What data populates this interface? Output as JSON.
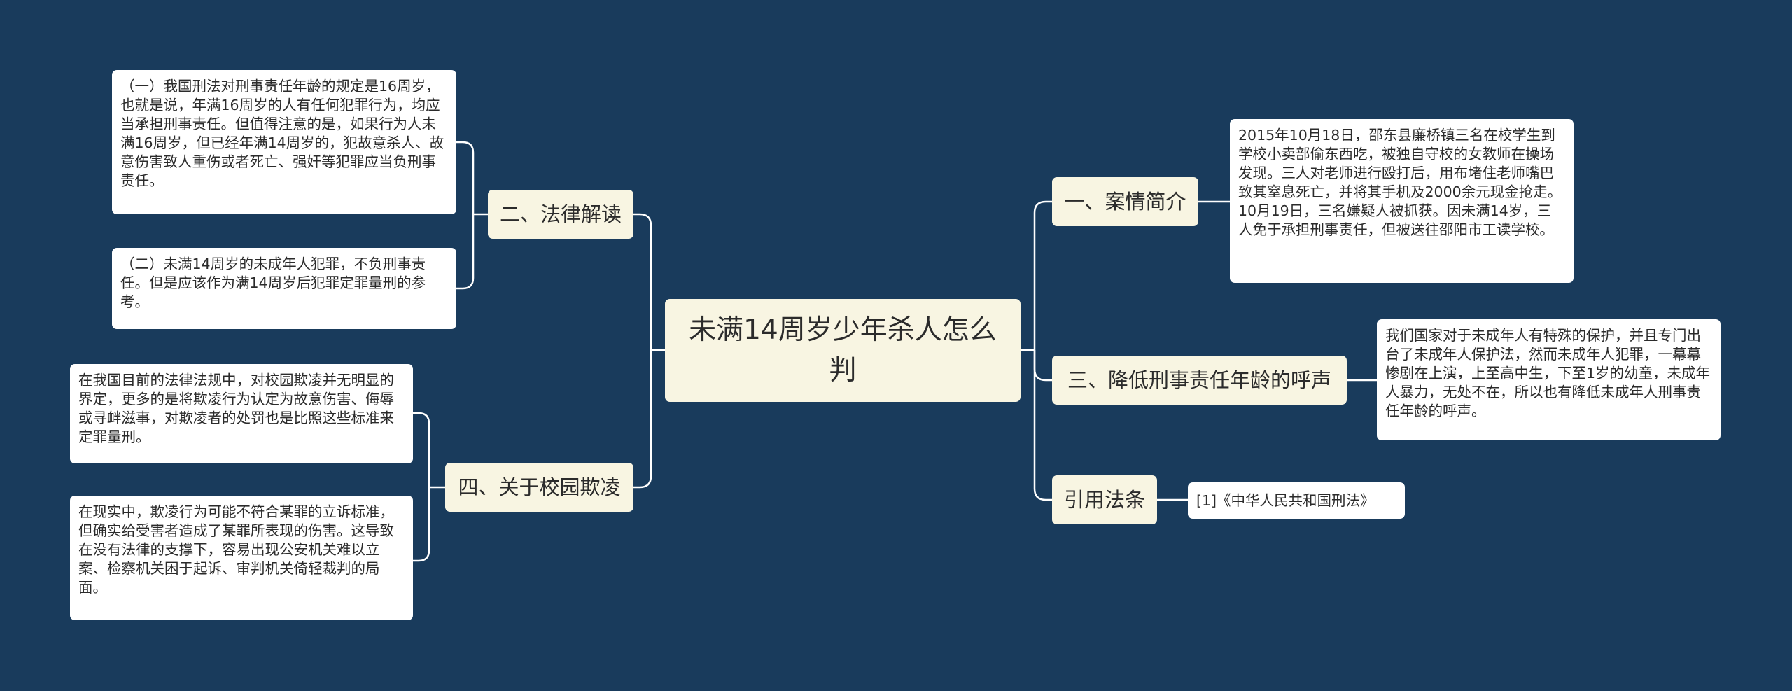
{
  "root": {
    "title": "未满14周岁少年杀人怎么判"
  },
  "branches": {
    "case_summary": {
      "label": "一、案情简介",
      "details": [
        "2015年10月18日，邵东县廉桥镇三名在校学生到学校小卖部偷东西吃，被独自守校的女教师在操场发现。三人对老师进行殴打后，用布堵住老师嘴巴致其窒息死亡，并将其手机及2000余元现金抢走。10月19日，三名嫌疑人被抓获。因未满14岁，三人免于承担刑事责任，但被送往邵阳市工读学校。"
      ]
    },
    "legal_interpretation": {
      "label": "二、法律解读",
      "details": [
        "（一）我国刑法对刑事责任年龄的规定是16周岁，也就是说，年满16周岁的人有任何犯罪行为，均应当承担刑事责任。但值得注意的是，如果行为人未满16周岁，但已经年满14周岁的，犯故意杀人、故意伤害致人重伤或者死亡、强奸等犯罪应当负刑事责任。",
        "（二）未满14周岁的未成年人犯罪，不负刑事责任。但是应该作为满14周岁后犯罪定罪量刑的参考。"
      ]
    },
    "lower_age_call": {
      "label": "三、降低刑事责任年龄的呼声",
      "details": [
        "我们国家对于未成年人有特殊的保护，并且专门出台了未成年人保护法，然而未成年人犯罪，一幕幕惨剧在上演，上至高中生，下至1岁的幼童，未成年人暴力，无处不在，所以也有降低未成年人刑事责任年龄的呼声。"
      ]
    },
    "campus_bullying": {
      "label": "四、关于校园欺凌",
      "details": [
        "在我国目前的法律法规中，对校园欺凌并无明显的界定，更多的是将欺凌行为认定为故意伤害、侮辱或寻衅滋事，对欺凌者的处罚也是比照这些标准来定罪量刑。",
        "在现实中，欺凌行为可能不符合某罪的立诉标准，但确实给受害者造成了某罪所表现的伤害。这导致在没有法律的支撑下，容易出现公安机关难以立案、检察机关困于起诉、审判机关倚轻裁判的局面。"
      ]
    },
    "cited_laws": {
      "label": "引用法条",
      "details": [
        "[1]《中华人民共和国刑法》"
      ]
    }
  },
  "colors": {
    "background": "#193b5c",
    "topic_fill": "#f8f5e2",
    "leaf_fill": "#ffffff",
    "connector": "#ffffff",
    "text": "#2b2b2b"
  }
}
